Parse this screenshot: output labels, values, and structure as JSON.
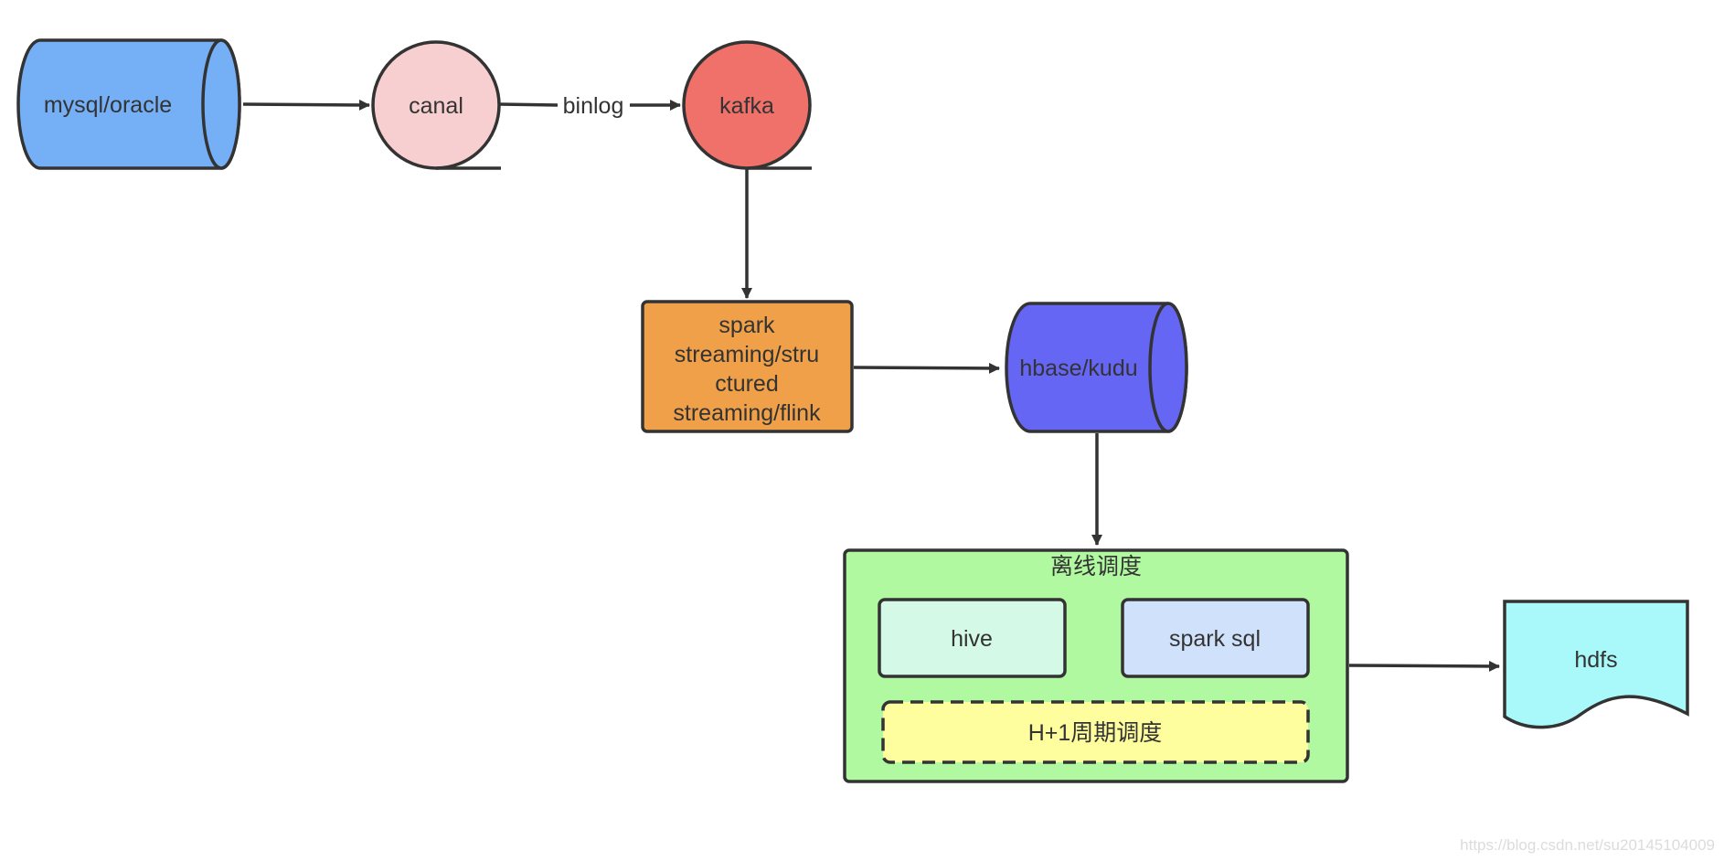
{
  "nodes": {
    "mysql": {
      "label": "mysql/oracle",
      "color": "#75b0f7"
    },
    "canal": {
      "label": "canal",
      "color": "#f7cfd0"
    },
    "kafka": {
      "label": "kafka",
      "color": "#ef716a"
    },
    "spark_streaming": {
      "lines": [
        "spark",
        "streaming/stru",
        "ctured",
        "streaming/flink"
      ],
      "color": "#f0a048"
    },
    "hbase": {
      "label": "hbase/kudu",
      "color": "#6666f5"
    },
    "offline": {
      "title": "离线调度",
      "color": "#b0f9a0",
      "hive": {
        "label": "hive",
        "color": "#d4f9e6"
      },
      "spark_sql": {
        "label": "spark sql",
        "color": "#d0e2fb"
      },
      "schedule": {
        "label": "H+1周期调度",
        "color": "#fffe9f"
      }
    },
    "hdfs": {
      "label": "hdfs",
      "color": "#aaf9fa"
    }
  },
  "edges": {
    "binlog_label": "binlog"
  },
  "watermark": "https://blog.csdn.net/su20145104009"
}
